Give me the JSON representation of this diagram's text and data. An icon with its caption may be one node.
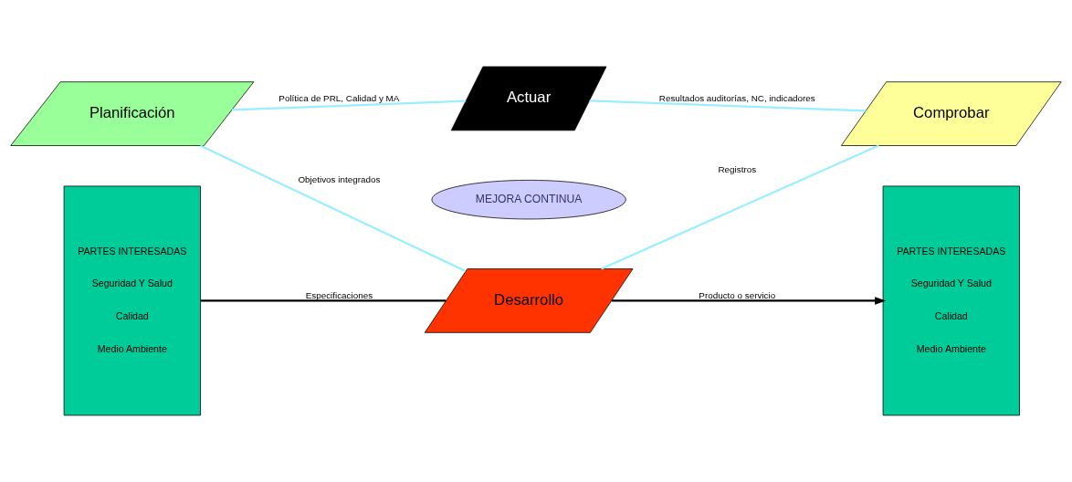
{
  "diagram": {
    "nodes": [
      {
        "text": [
          "PARTES INTERESADAS",
          "Seguridad Y Salud",
          "Calidad",
          "Medio Ambiente"
        ]
      },
      {
        "text": [
          "Actuar"
        ]
      },
      {
        "text": [
          "Planificación"
        ]
      },
      {
        "text": [
          "MEJORA CONTINUA"
        ]
      },
      {
        "text": [
          "Comprobar"
        ]
      },
      {
        "text": [
          "Desarrollo"
        ]
      },
      {
        "text": [
          "PARTES INTERESADAS",
          "Seguridad Y Salud",
          "Calidad",
          "Medio Ambiente"
        ]
      }
    ],
    "edges": [
      {
        "from": 2,
        "to": 1,
        "arrow": "none",
        "label": "Política de PRL, Calidad y MA"
      },
      {
        "from": 1,
        "to": 4,
        "arrow": "none",
        "label": "Resultados auditorías, NC, indicadores"
      },
      {
        "from": 2,
        "to": 5,
        "arrow": "none",
        "label": "Objetivos integrados"
      },
      {
        "from": 5,
        "to": 4,
        "arrow": "none",
        "label": "Registros"
      },
      {
        "from": 0,
        "to": 5,
        "arrow": "none",
        "label": "Especificaciones",
        "color": "#000000"
      },
      {
        "from": 5,
        "to": 6,
        "arrow": "to",
        "label": "Producto o servicio",
        "color": "#000000"
      }
    ]
  }
}
